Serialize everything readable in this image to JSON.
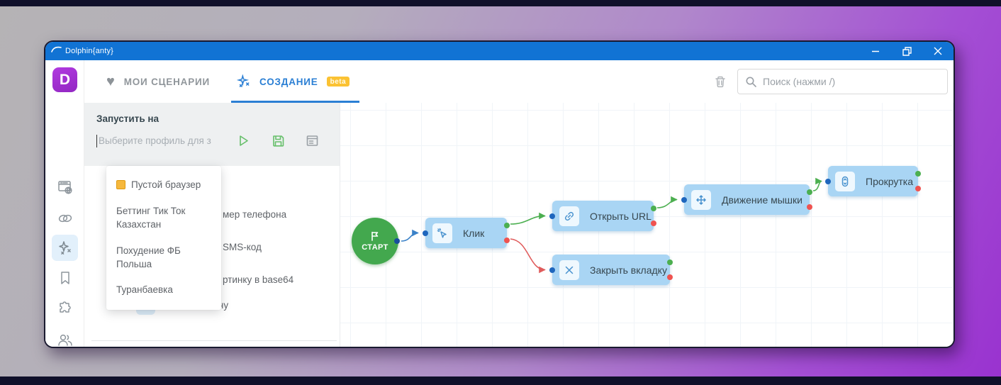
{
  "window": {
    "title": "Dolphin{anty}",
    "controls": {
      "minimize": "minimize",
      "restore": "restore",
      "close": "close"
    }
  },
  "sidebar": {
    "logo_letter": "D",
    "icons": [
      "browser-profiles",
      "proxy-links",
      "automation-sparkles",
      "bookmarks",
      "extensions-puzzle",
      "team-users"
    ]
  },
  "header": {
    "tabs": [
      {
        "label": "МОИ СЦЕНАРИИ",
        "icon": "heart"
      },
      {
        "label": "СОЗДАНИЕ",
        "icon": "sparkles",
        "badge": "beta",
        "active": true
      }
    ],
    "search_placeholder": "Поиск (нажми /)"
  },
  "run_panel": {
    "title": "Запустить на",
    "profile_placeholder": "Выберите профиль для з",
    "buttons": [
      "run",
      "save",
      "report"
    ]
  },
  "profile_dropdown": {
    "items": [
      {
        "label": "Пустой браузер",
        "icon": "orange-square"
      },
      {
        "label": "Беттинг Тик Ток Казахстан"
      },
      {
        "label": "Похудение ФБ Польша"
      },
      {
        "label": "Туранбаевка"
      }
    ]
  },
  "actions_list": {
    "fragments": [
      "мер телефона",
      "SMS-код",
      "ртинку в base64"
    ],
    "captcha_item": {
      "label": "Решить капчу",
      "icon": "robot"
    }
  },
  "flow": {
    "start": {
      "label": "СТАРТ"
    },
    "nodes": [
      {
        "label": "Клик",
        "icon": "cursor-click"
      },
      {
        "label": "Открыть URL",
        "icon": "link"
      },
      {
        "label": "Закрыть вкладку",
        "icon": "close-x"
      },
      {
        "label": "Движение мышки",
        "icon": "move-arrows"
      },
      {
        "label": "Прокрутка",
        "icon": "scroll"
      }
    ]
  },
  "colors": {
    "titlebar": "#1173d4",
    "accent_blue": "#2b7fd4",
    "node_fill": "#a9d5f4",
    "start_green": "#43a84e",
    "port_ok": "#4caf50",
    "port_err": "#ef5350",
    "port_in": "#1e66bd",
    "badge": "#fbc233",
    "logo_purple": "#a42fd4"
  }
}
